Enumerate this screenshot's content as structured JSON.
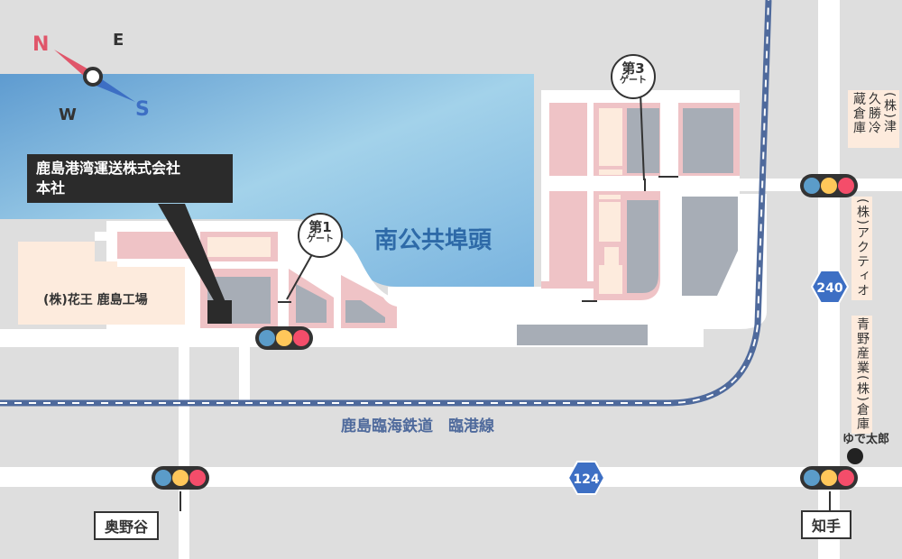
{
  "compass": {
    "n": "N",
    "e": "E",
    "w": "W",
    "s": "S"
  },
  "headquarters": {
    "line1": "鹿島港湾運送株式会社",
    "line2": "本社"
  },
  "pier": "南公共埠頭",
  "railway": "鹿島臨海鉄道　臨港線",
  "kao": "(株)花王 鹿島工場",
  "gate1": {
    "num": "第1",
    "label": "ゲート"
  },
  "gate3": {
    "num": "第3",
    "label": "ゲート"
  },
  "tsukusho": {
    "col1": "(株)津久勝",
    "col2": "冷蔵倉庫"
  },
  "aktio": "(株)アクティオ",
  "aono": "青野産業(株)倉庫",
  "yudetaro": "ゆで太郎",
  "route240": "240",
  "route124": "124",
  "okunoya": "奥野谷",
  "shitte": "知手",
  "colors": {
    "water": "#8cc3e2",
    "pink": "#efc3c6",
    "building": "#a7adb6",
    "rail": "#4f6a9c",
    "light_blue": "#5b9cc9",
    "light_yellow": "#ffc75a",
    "light_red": "#f44d6a"
  }
}
